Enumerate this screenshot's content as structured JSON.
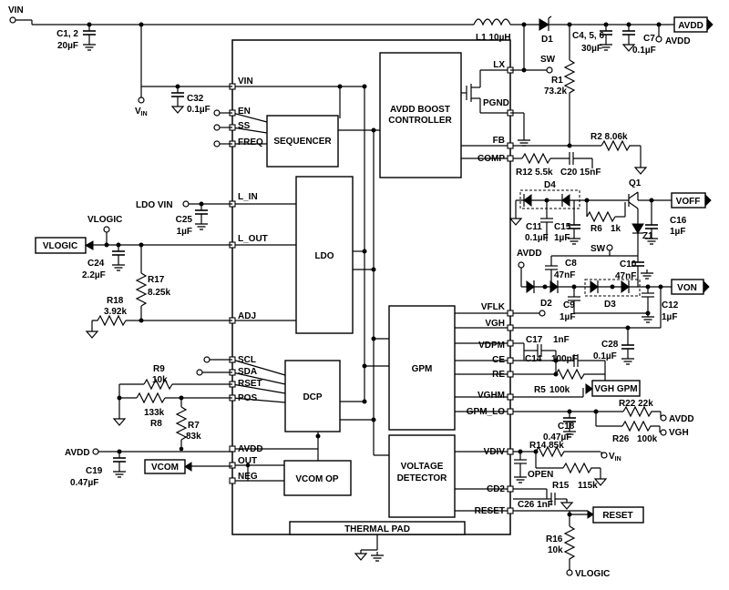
{
  "blocks": {
    "boost": [
      "AVDD BOOST",
      "CONTROLLER"
    ],
    "sequencer": "SEQUENCER",
    "ldo": "LDO",
    "gpm": "GPM",
    "dcp": "DCP",
    "vcom_op": "VCOM OP",
    "voltage_detector": [
      "VOLTAGE",
      "DETECTOR"
    ],
    "thermal_pad": "THERMAL PAD"
  },
  "pins_left": {
    "vin": "VIN",
    "en": "EN",
    "ss": "SS",
    "freq": "FREQ",
    "l_in": "L_IN",
    "l_out": "L_OUT",
    "adj": "ADJ",
    "scl": "SCL",
    "sda": "SDA",
    "rset": "RSET",
    "pos": "POS",
    "avdd": "AVDD",
    "out": "OUT",
    "neg": "NEG"
  },
  "pins_right": {
    "lx": "LX",
    "pgnd": "PGND",
    "fb": "FB",
    "comp": "COMP",
    "vflk": "VFLK",
    "vgh": "VGH",
    "vdpm": "VDPM",
    "ce": "CE",
    "re": "RE",
    "vghm": "VGHM",
    "gpm_lo": "GPM_LO",
    "vdiv": "VDIV",
    "cd2": "CD2",
    "reset": "RESET"
  },
  "nets": {
    "vin_top": "VIN",
    "vin_node": "V",
    "vin_node_sub": "IN",
    "sw1": "SW",
    "sw2": "SW",
    "ldo_vin": "LDO VIN",
    "vlogic_top": "VLOGIC",
    "avdd_top": "AVDD",
    "avdd_mid": "AVDD",
    "avdd_left": "AVDD",
    "avdd_right": "AVDD",
    "vgh_right": "VGH",
    "vin_right": "V",
    "vin_right_sub": "IN",
    "vlogic_bot": "VLOGIC"
  },
  "flags": {
    "avdd": "AVDD",
    "vlogic": "VLOGIC",
    "voff": "VOFF",
    "von": "VON",
    "vgh_gpm": "VGH GPM",
    "vcom": "VCOM",
    "reset": "RESET"
  },
  "components": {
    "c1": [
      "C1, 2",
      "20µF"
    ],
    "l1": "L1  10µH",
    "d1": "D1",
    "c4": [
      "C4, 5, 6",
      "30µF"
    ],
    "c7": [
      "C7",
      "0.1µF"
    ],
    "r1": [
      "R1",
      "73.2k"
    ],
    "c32": [
      "C32",
      "0.1µF"
    ],
    "r2": "R2  8.06k",
    "r12": "R12  5.5k",
    "c20": "C20  15nF",
    "d4": "D4",
    "q1": "Q1",
    "c11": [
      "C11",
      "0.1µF"
    ],
    "c15": [
      "C15",
      "1µF"
    ],
    "r6": [
      "R6",
      "1k"
    ],
    "z1": "Z1",
    "c16": [
      "C16",
      "1µF"
    ],
    "c25": [
      "C25",
      "1µF"
    ],
    "c24": [
      "C24",
      "2.2µF"
    ],
    "r17": [
      "R17",
      "8.25k"
    ],
    "r18": [
      "R18",
      "3.92k"
    ],
    "c8": [
      "C8",
      "47nF"
    ],
    "c10": [
      "C10",
      "47nF"
    ],
    "d2": "D2",
    "c9": [
      "C9",
      "1µF"
    ],
    "d3": "D3",
    "c12": [
      "C12",
      "1µF"
    ],
    "c17": "C17",
    "c17v": "1nF",
    "c14": "C14",
    "c14v": "100pF",
    "c28": [
      "C28",
      "0.1µF"
    ],
    "r5": "R5",
    "r5v": "100k",
    "r9": [
      "R9",
      "10k"
    ],
    "r8": [
      "133k",
      "R8"
    ],
    "r7": [
      "R7",
      "83k"
    ],
    "r22": "R22  22k",
    "r26": "R26",
    "r26v": "100k",
    "c18": [
      "C18",
      "0.47µF"
    ],
    "r14": "R14  85k",
    "open": "OPEN",
    "r15": "R15",
    "r15v": "115k",
    "c19": [
      "C19",
      "0.47µF"
    ],
    "c26": "C26  1nF",
    "r16": [
      "R16",
      "10k"
    ]
  }
}
